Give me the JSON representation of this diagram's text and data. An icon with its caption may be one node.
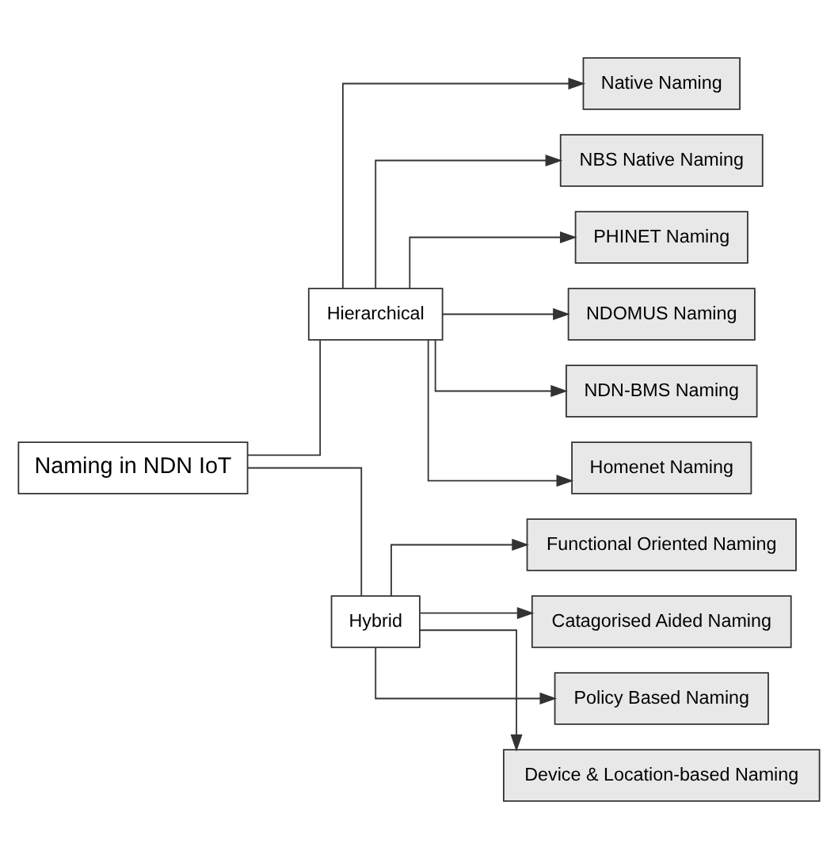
{
  "diagram": {
    "nodes": [
      {
        "text": [
          "Naming in NDN IoT"
        ]
      },
      {
        "text": [
          "Hierarchical"
        ]
      },
      {
        "text": [
          "Hybrid"
        ]
      },
      {
        "text": [
          "Native Naming"
        ]
      },
      {
        "text": [
          "NBS Native Naming"
        ]
      },
      {
        "text": [
          "PHINET Naming"
        ]
      },
      {
        "text": [
          "NDOMUS Naming"
        ]
      },
      {
        "text": [
          "NDN-BMS Naming"
        ]
      },
      {
        "text": [
          "Homenet Naming"
        ]
      },
      {
        "text": [
          "Functional Oriented Naming"
        ]
      },
      {
        "text": [
          "Catagorised Aided Naming"
        ]
      },
      {
        "text": [
          "Policy Based Naming"
        ]
      },
      {
        "text": [
          "Device & Location-based Naming"
        ]
      }
    ],
    "edges": [
      {
        "from": 0,
        "to": 1,
        "arrow": "none"
      },
      {
        "from": 0,
        "to": 2,
        "arrow": "none"
      },
      {
        "from": 1,
        "to": 3,
        "arrow": "to"
      },
      {
        "from": 1,
        "to": 4,
        "arrow": "to"
      },
      {
        "from": 1,
        "to": 5,
        "arrow": "to"
      },
      {
        "from": 1,
        "to": 6,
        "arrow": "to"
      },
      {
        "from": 1,
        "to": 7,
        "arrow": "to"
      },
      {
        "from": 1,
        "to": 8,
        "arrow": "to"
      },
      {
        "from": 2,
        "to": 9,
        "arrow": "to"
      },
      {
        "from": 2,
        "to": 10,
        "arrow": "to"
      },
      {
        "from": 2,
        "to": 11,
        "arrow": "to"
      },
      {
        "from": 2,
        "to": 12,
        "arrow": "to"
      }
    ]
  }
}
